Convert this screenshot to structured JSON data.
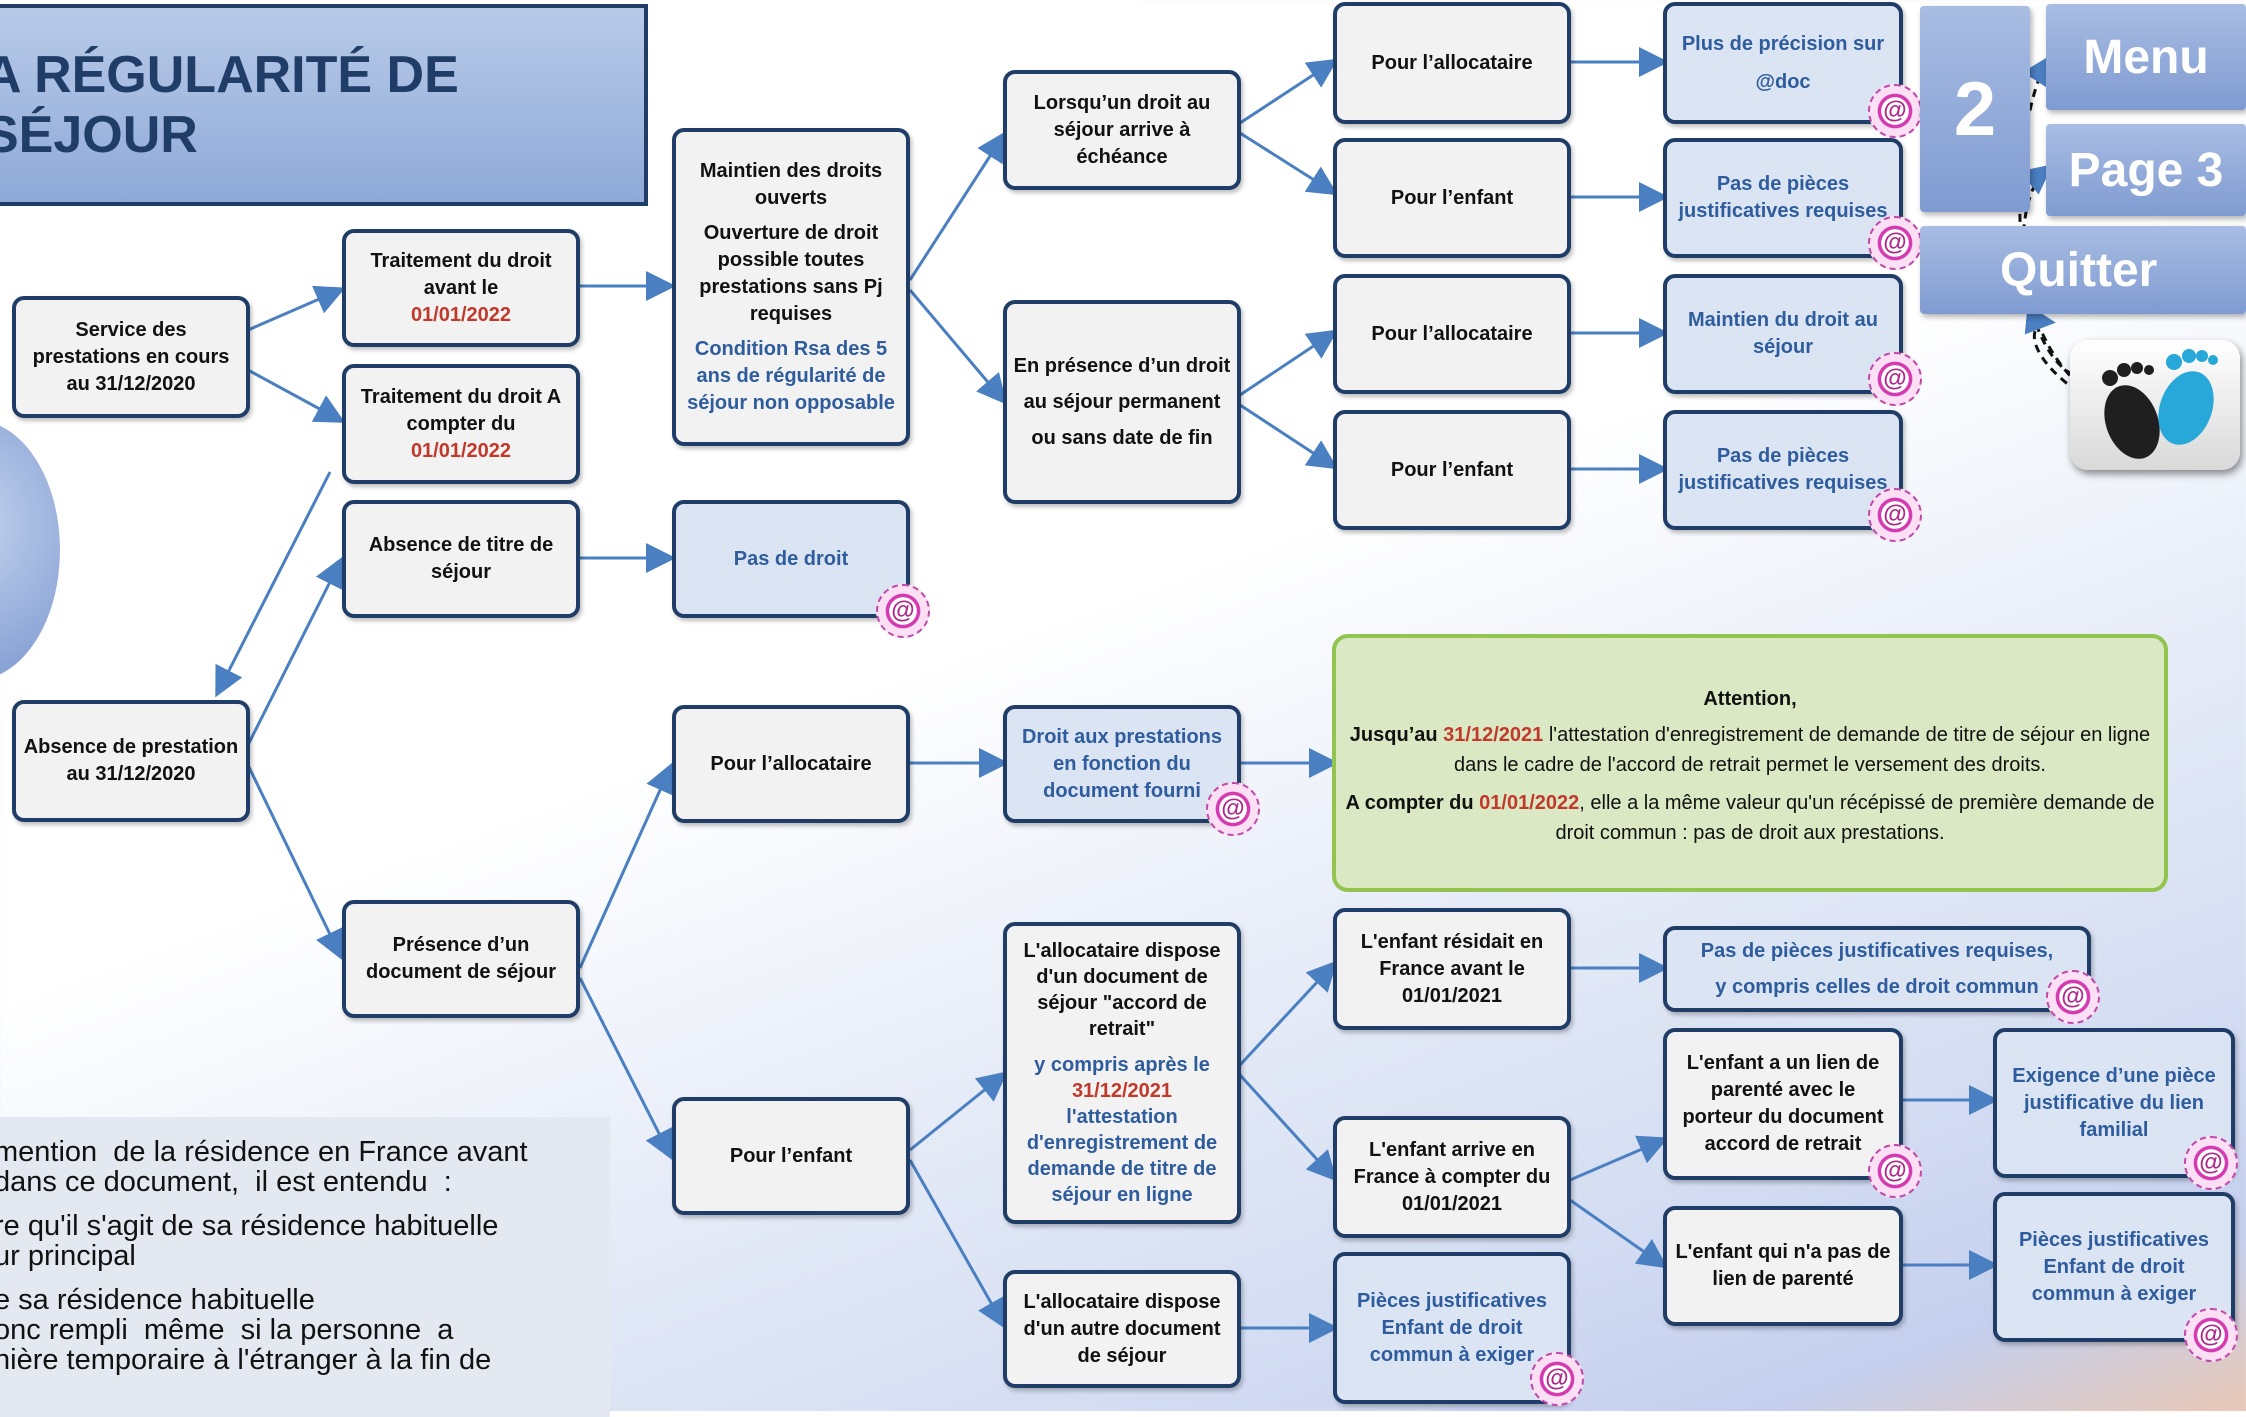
{
  "title": "A RÉGULARITÉ DE SÉJOUR",
  "nav": {
    "page_number": "2",
    "menu": "Menu",
    "page3": "Page 3",
    "quit": "Quitter"
  },
  "nodes": {
    "service": "Service des prestations en cours au 31/12/2020",
    "absence_prest": "Absence de prestation au 31/12/2020",
    "trait_avant_a": "Traitement du droit avant le",
    "trait_avant_b": "01/01/2022",
    "trait_compter_a": "Traitement du droit A compter du",
    "trait_compter_b": "01/01/2022",
    "absence_titre": "Absence de titre de séjour",
    "presence_doc": "Présence d’un document de séjour",
    "maintien_1": "Maintien des droits ouverts",
    "maintien_2": "Ouverture de droit possible toutes prestations sans Pj requises",
    "maintien_3": "Condition Rsa des 5 ans de régularité de séjour non opposable",
    "pas_droit": "Pas de droit",
    "lorsqu": "Lorsqu’un droit au séjour arrive à échéance",
    "presence_droit": "En présence d’un droit au séjour permanent ou sans date de fin",
    "pour_alloc_1": "Pour l’allocataire",
    "pour_enfant_1": "Pour l’enfant",
    "pour_alloc_2": "Pour l’allocataire",
    "pour_enfant_2": "Pour l’enfant",
    "plus_precision": "Plus de précision sur @doc",
    "pas_pieces_1": "Pas de pièces justificatives requises",
    "maintien_sejour": "Maintien du droit au séjour",
    "pas_pieces_2": "Pas de pièces justificatives requises",
    "pour_alloc_3": "Pour l’allocataire",
    "droit_prest": "Droit aux prestations en fonction du document fourni",
    "pour_enfant_3": "Pour l’enfant",
    "alloc_accord_a": "L'allocataire dispose d'un document de séjour \"accord de retrait\"",
    "alloc_accord_b": "y compris après le",
    "alloc_accord_c": "31/12/2021",
    "alloc_accord_d": "l'attestation d'enregistrement de demande de titre de séjour en ligne",
    "alloc_autre": "L'allocataire dispose d'un autre document de séjour",
    "enfant_residait": "L'enfant résidait en France avant le 01/01/2021",
    "enfant_arrive": "L'enfant arrive en France à compter du 01/01/2021",
    "pieces_commun_1": "Pièces justificatives Enfant de droit commun à exiger",
    "pas_pieces_3_a": "Pas de pièces justificatives requises,",
    "pas_pieces_3_b": "y compris celles de droit commun",
    "enfant_lien": "L'enfant a un lien de parenté avec le porteur du document accord de retrait",
    "enfant_sans_lien": "L'enfant qui n'a pas de lien de parenté",
    "exigence": "Exigence d’une pièce justificative du lien familial",
    "pieces_commun_2": "Pièces justificatives Enfant de droit commun à exiger"
  },
  "attention": {
    "heading": "Attention,",
    "l1_a": "Jusqu’au",
    "l1_date": "31/12/2021",
    "l1_b": "l'attestation d'enregistrement de demande de titre de séjour en ligne dans le cadre de l'accord de retrait permet le versement des droits.",
    "l2_a": "A compter du",
    "l2_date": "01/01/2022",
    "l2_b": ", elle a la même valeur qu'un récépissé de première demande de droit commun : pas de droit aux prestations."
  },
  "note": {
    "l1": "mention  de la résidence en France avant",
    "l2": "dans ce document,  il est entendu  :",
    "l3": "re qu'il s'agit de sa résidence habituelle",
    "l4": "ur principal",
    "l5": "e sa résidence habituelle",
    "l6": "onc rempli  même  si la personne  a",
    "l7": "nière temporaire à l'étranger à la fin de"
  },
  "seal_text": "@",
  "colors": {
    "border": "#1f3d66",
    "link_blue": "#2e5c9c",
    "red": "#c0392b",
    "arrow": "#4a7fc1",
    "green": "#92c450"
  }
}
